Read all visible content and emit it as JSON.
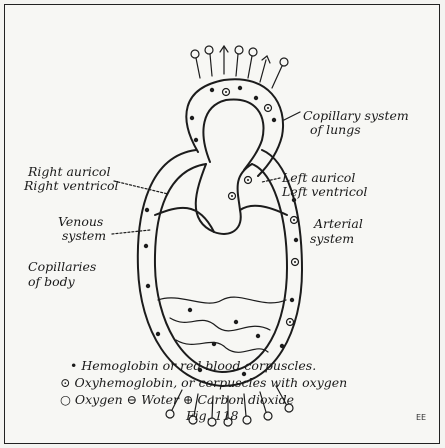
{
  "labels": {
    "lungs_line1": "Copillary system",
    "lungs_line2": "of lungs",
    "right_auricle": "Right auricol",
    "right_ventricle": "Right ventricol",
    "left_auricle": "Left auricol",
    "left_ventricle": "Left ventricol",
    "venous_line1": "Venous",
    "venous_line2": "system",
    "arterial_line1": "Arterial",
    "arterial_line2": "system",
    "capillaries_line1": "Copillaries",
    "capillaries_line2": "of body"
  },
  "legend": {
    "line1": "• Hemoglobin or red blood corpuscles.",
    "line2": "⊙ Oxyhemoglobin, or corpuscles with oxygen",
    "line3": "○ Oxygen ⊖ Woter ⊕ Carbon dioxide"
  },
  "caption": "Fig. 118",
  "initials": "EE"
}
